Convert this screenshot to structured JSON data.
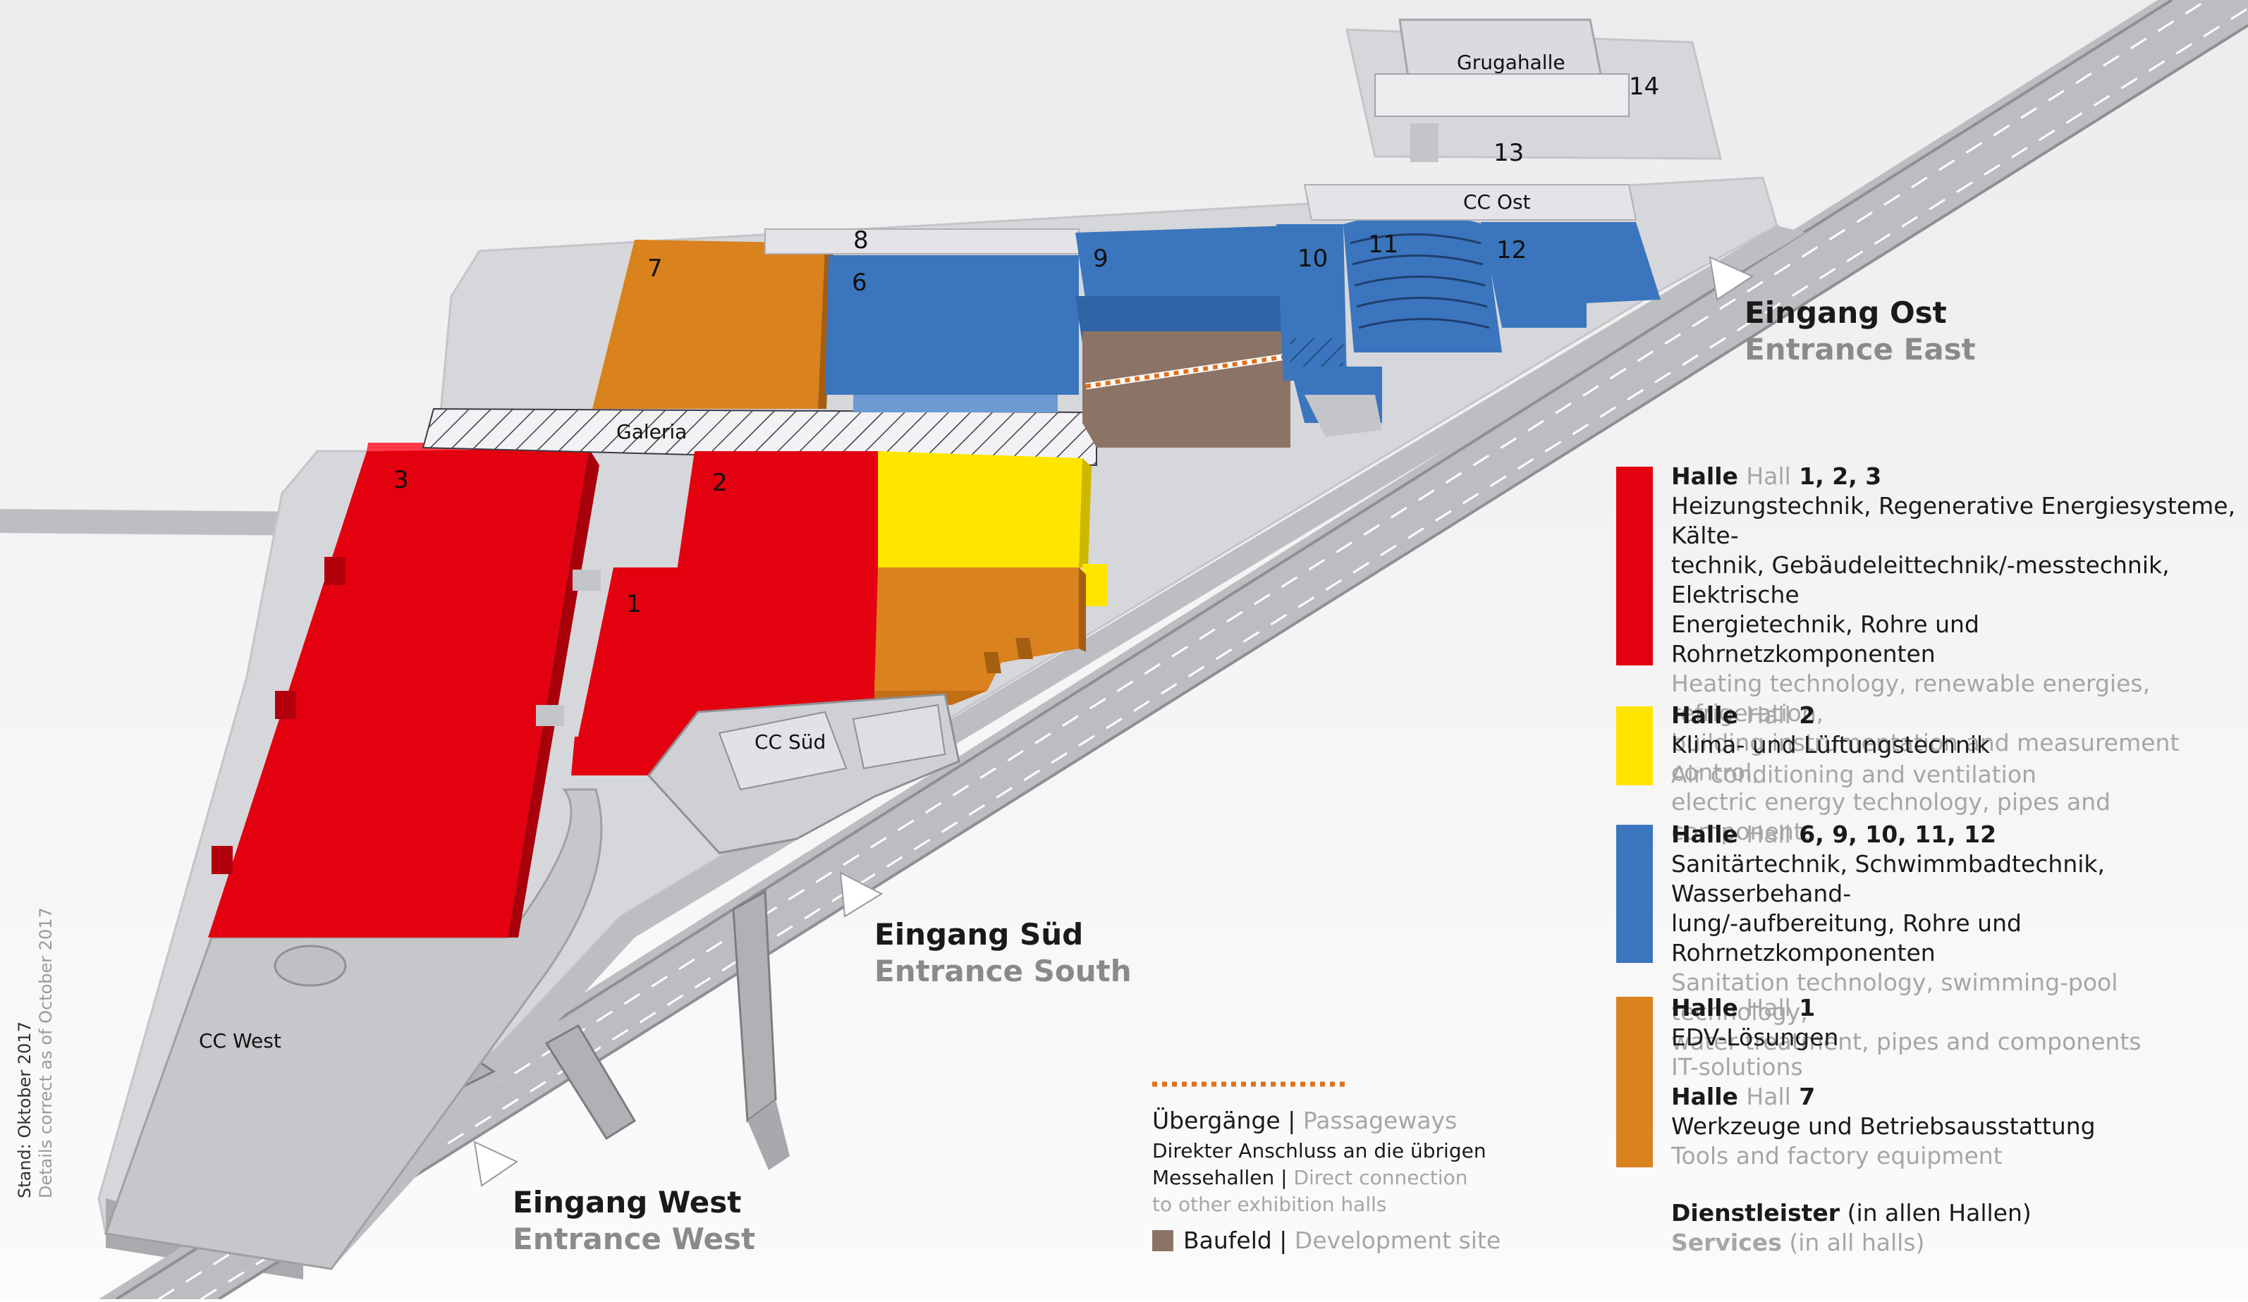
{
  "halls": {
    "h1": "1",
    "h2": "2",
    "h3": "3",
    "h6": "6",
    "h7": "7",
    "h8": "8",
    "h9": "9",
    "h10": "10",
    "h11": "11",
    "h12": "12",
    "h13": "13",
    "h14": "14"
  },
  "places": {
    "grugahalle": "Grugahalle",
    "cc_ost": "CC Ost",
    "cc_sued": "CC Süd",
    "cc_west": "CC West",
    "galeria": "Galeria"
  },
  "entrances": {
    "ost_de": "Eingang Ost",
    "ost_en": "Entrance East",
    "sued_de": "Eingang Süd",
    "sued_en": "Entrance South",
    "west_de": "Eingang West",
    "west_en": "Entrance West"
  },
  "legend": {
    "halle": "Halle",
    "hall": "Hall",
    "red": {
      "numbers": "1, 2, 3",
      "de": [
        "Heizungstechnik, Regenerative Energiesysteme, Kälte-",
        "technik, Gebäudeleittechnik/-messtechnik, Elektrische",
        "Energietechnik, Rohre und Rohrnetzkomponenten"
      ],
      "en": [
        "Heating technology, renewable energies, refrigeration,",
        "building instrumentation and measurement control,",
        "electric energy technology, pipes and components"
      ]
    },
    "yellow": {
      "numbers": "2",
      "de": "Klima- und Lüftungstechnik",
      "en": "Air conditioning and ventilation"
    },
    "blue": {
      "numbers": "6, 9, 10, 11, 12",
      "de": [
        "Sanitärtechnik, Schwimmbadtechnik, Wasserbehand-",
        "lung/-aufbereitung, Rohre und Rohrnetzkomponenten"
      ],
      "en": [
        "Sanitation technology, swimming-pool technology,",
        "water treatment, pipes and components"
      ]
    },
    "orange": {
      "numbers_a": "1",
      "de_a": "EDV-Lösungen",
      "en_a": "IT-solutions",
      "numbers_b": "7",
      "de_b": "Werkzeuge und Betriebsausstattung",
      "en_b": "Tools and factory equipment"
    },
    "services": {
      "de": "Dienstleister",
      "de_note": "(in allen Hallen)",
      "en": "Services",
      "en_note": "(in all halls)"
    },
    "passage": {
      "de": "Übergänge |",
      "en": "Passageways",
      "line1": "Direkter Anschluss an die übrigen",
      "line2_de": "Messehallen |",
      "line2_en": "Direct connection",
      "line3": "to other exhibition halls"
    },
    "baufeld": {
      "de": "Baufeld |",
      "en": "Development site"
    }
  },
  "stand": {
    "de": "Stand: Oktober 2017",
    "en": "Details correct as of October 2017"
  },
  "colors": {
    "red": "#e3000f",
    "yellow": "#ffe500",
    "blue": "#3b75bd",
    "orange": "#d9821e",
    "brown": "#8b7466",
    "passage": "#e0701c"
  }
}
